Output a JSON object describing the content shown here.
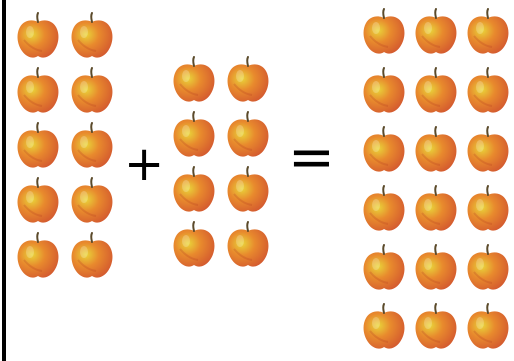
{
  "equation": {
    "left_apples": 10,
    "middle_apples": 8,
    "right_apples": 18,
    "plus_symbol": "+",
    "equals_symbol": "="
  },
  "icons": {
    "apple": "apple-icon",
    "divider": "vertical-divider"
  },
  "colors": {
    "apple_yellow": "#e9d53a",
    "apple_red": "#d45b2f",
    "apple_orange": "#e88a2d",
    "stem": "#5b4a2a",
    "symbol": "#000000"
  }
}
